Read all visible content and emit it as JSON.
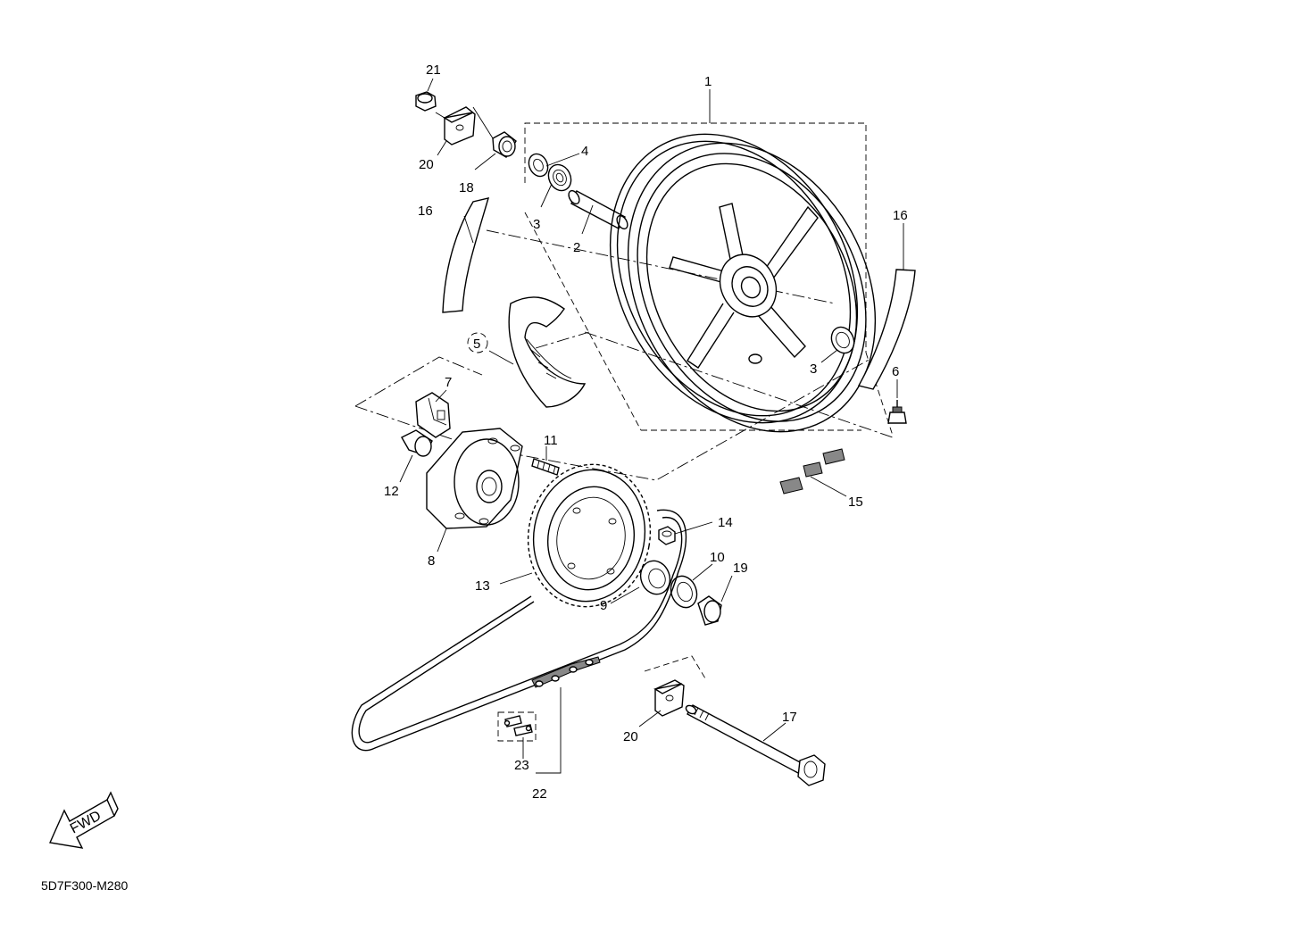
{
  "diagram": {
    "part_labels": {
      "p1": "1",
      "p2": "2",
      "p3a": "3",
      "p3b": "3",
      "p4": "4",
      "p5": "5",
      "p6": "6",
      "p7": "7",
      "p8": "8",
      "p9": "9",
      "p10": "10",
      "p11": "11",
      "p12": "12",
      "p13": "13",
      "p14": "14",
      "p15": "15",
      "p16a": "16",
      "p16b": "16",
      "p17": "17",
      "p18": "18",
      "p19": "19",
      "p20a": "20",
      "p20b": "20",
      "p21": "21",
      "p22": "22",
      "p23": "23"
    },
    "fwd_label": "FWD",
    "diagram_code": "5D7F300-M280"
  }
}
